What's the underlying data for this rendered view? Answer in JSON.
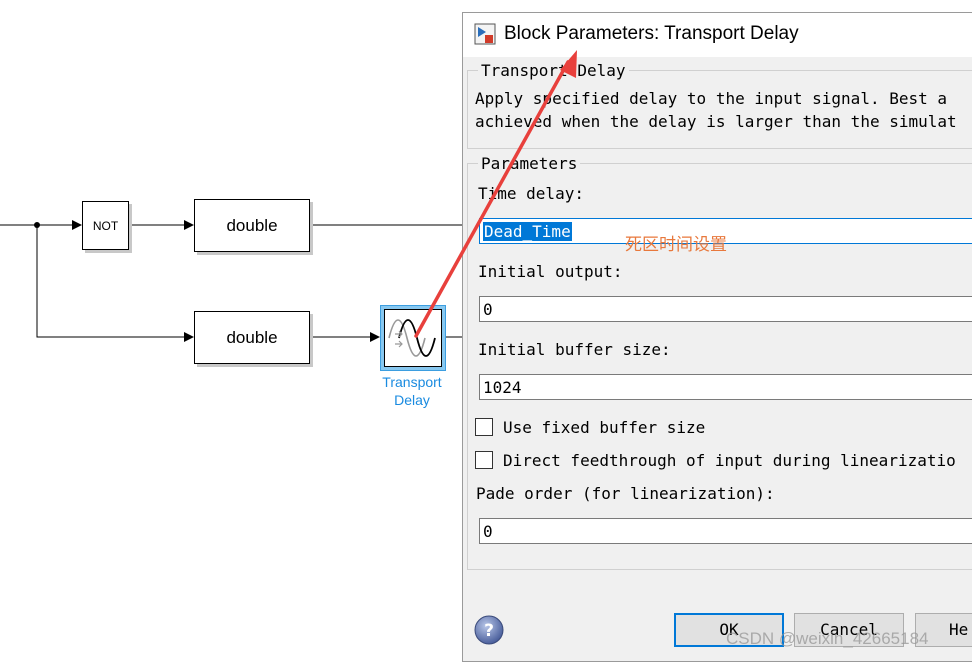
{
  "diagram": {
    "not_label": "NOT",
    "double_1_label": "double",
    "double_2_label": "double",
    "transport_delay_label_line1": "Transport",
    "transport_delay_label_line2": "Delay"
  },
  "dialog": {
    "title": "Block Parameters: Transport Delay",
    "desc_group_title": "Transport Delay",
    "desc_line1": "Apply specified delay to the input signal.  Best a",
    "desc_line2": "achieved when the delay is larger than the simulat",
    "params_group_title": "Parameters",
    "time_delay_label": "Time delay:",
    "time_delay_value": "Dead_Time",
    "initial_output_label": "Initial output:",
    "initial_output_value": "0",
    "buffer_size_label": "Initial buffer size:",
    "buffer_size_value": "1024",
    "fixed_buffer_label": "Use fixed buffer size",
    "fixed_buffer_checked": false,
    "direct_feedthrough_label": "Direct feedthrough of input during linearizatio",
    "direct_feedthrough_checked": false,
    "pade_label": "Pade order (for linearization):",
    "pade_value": "0",
    "ok_label": "OK",
    "cancel_label": "Cancel",
    "help_label": "He"
  },
  "annotation": {
    "note": "死区时间设置",
    "arrow_color": "#e8403c"
  },
  "watermark": "CSDN @weixin_42665184",
  "colors": {
    "selection": "#0078d7",
    "block_highlight": "#88c8f0",
    "block_label": "#1a8be0",
    "note_text": "#e8783c"
  }
}
